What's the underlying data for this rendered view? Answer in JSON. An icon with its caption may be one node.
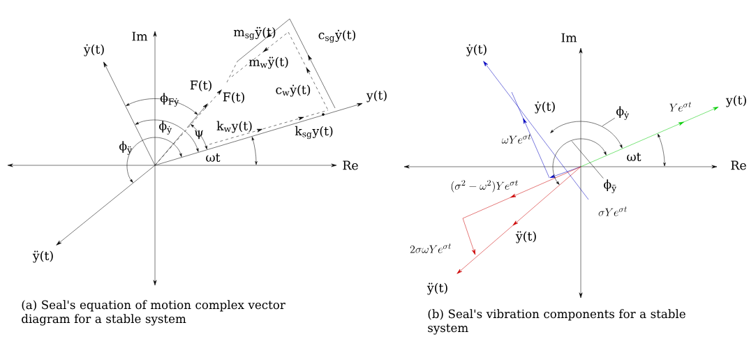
{
  "diagram": {
    "nodes": [
      {
        "text": [
          "ϕ$_{ẏ}$"
        ]
      },
      {
        "text": [],
        "shape": "arc"
      },
      {
        "text": [],
        "shape": "arc"
      },
      {
        "text": [
          "ϕ$_{ÿ}$"
        ]
      }
    ],
    "edges": [
      {
        "from": 0,
        "to": 1,
        "arrow": "none"
      },
      {
        "from": 3,
        "to": 2,
        "arrow": "none"
      }
    ],
    "labels": [
      "Im",
      "m$_{sg}$ÿ(t)",
      "c$_{sg}$ẏ(t)",
      "ẏ(t)",
      "m$_{w}$ÿ(t)",
      "ϕ$_{Fẏ}$",
      "F(t)",
      "F(t)",
      "c$_{w}$ẏ(t)",
      "y(t)",
      "ϕ$_{ẏ}$",
      "ψ",
      "k$_{w}$y(t)",
      "k$_{sg}$y(t)",
      "ϕ$_{ÿ}$",
      "ωt",
      "Re",
      "ÿ(t)",
      "(a) Seal's equation of motion complex vector diagram for a stable system",
      "Im",
      "ẏ(t)",
      "ẏ(t)",
      "Y e^{\\sigma t}",
      "y(t)",
      "\\omega Y e^{\\sigma t}",
      "ωt",
      "Re",
      "(\\sigma^{2}-\\omega^{2}) Y e^{\\sigma t}",
      "\\sigma Y e^{\\sigma t}",
      "2\\sigma\\omega Y e^{\\sigma t}",
      "ÿ(t)",
      "ÿ(t)",
      "(b) Seal's vibration components for a stable system"
    ]
  }
}
